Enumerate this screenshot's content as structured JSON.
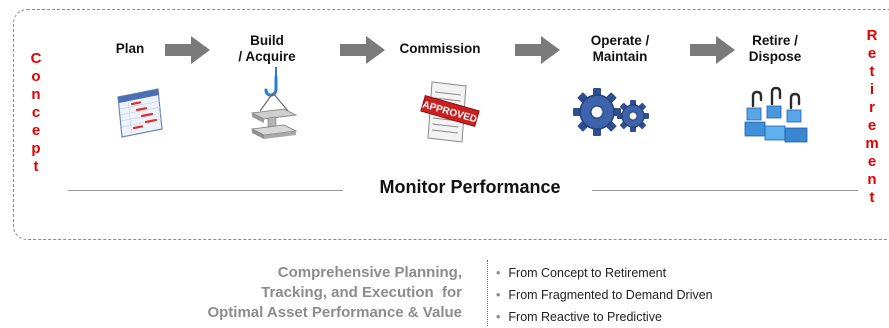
{
  "lifecycle": {
    "start_word": "Concept",
    "end_word": "Retirement",
    "stages": [
      {
        "line1": "Plan",
        "line2": ""
      },
      {
        "line1": "Build",
        "line2": "/ Acquire"
      },
      {
        "line1": "Commission",
        "line2": ""
      },
      {
        "line1": "Operate /",
        "line2": "Maintain"
      },
      {
        "line1": "Retire /",
        "line2": "Dispose"
      }
    ],
    "stamp_text": "APPROVED",
    "monitor_label": "Monitor Performance"
  },
  "summary": {
    "headline_lines": [
      "Comprehensive Planning,",
      "Tracking, and Execution  for",
      "Optimal Asset Performance & Value"
    ],
    "bullets": [
      "From Concept to Retirement",
      "From Fragmented to Demand Driven",
      "From Reactive to Predictive"
    ]
  },
  "colors": {
    "vertical_text": "#e00000",
    "arrow": "#7a7a7a",
    "headline": "#8c8c8c",
    "stamp": "#cc1f1f"
  },
  "icons": [
    "gantt-chart-icon",
    "crane-hook-beam-icon",
    "approved-document-icon",
    "gears-icon",
    "blocks-removal-icon",
    "arrow-right-icon"
  ]
}
